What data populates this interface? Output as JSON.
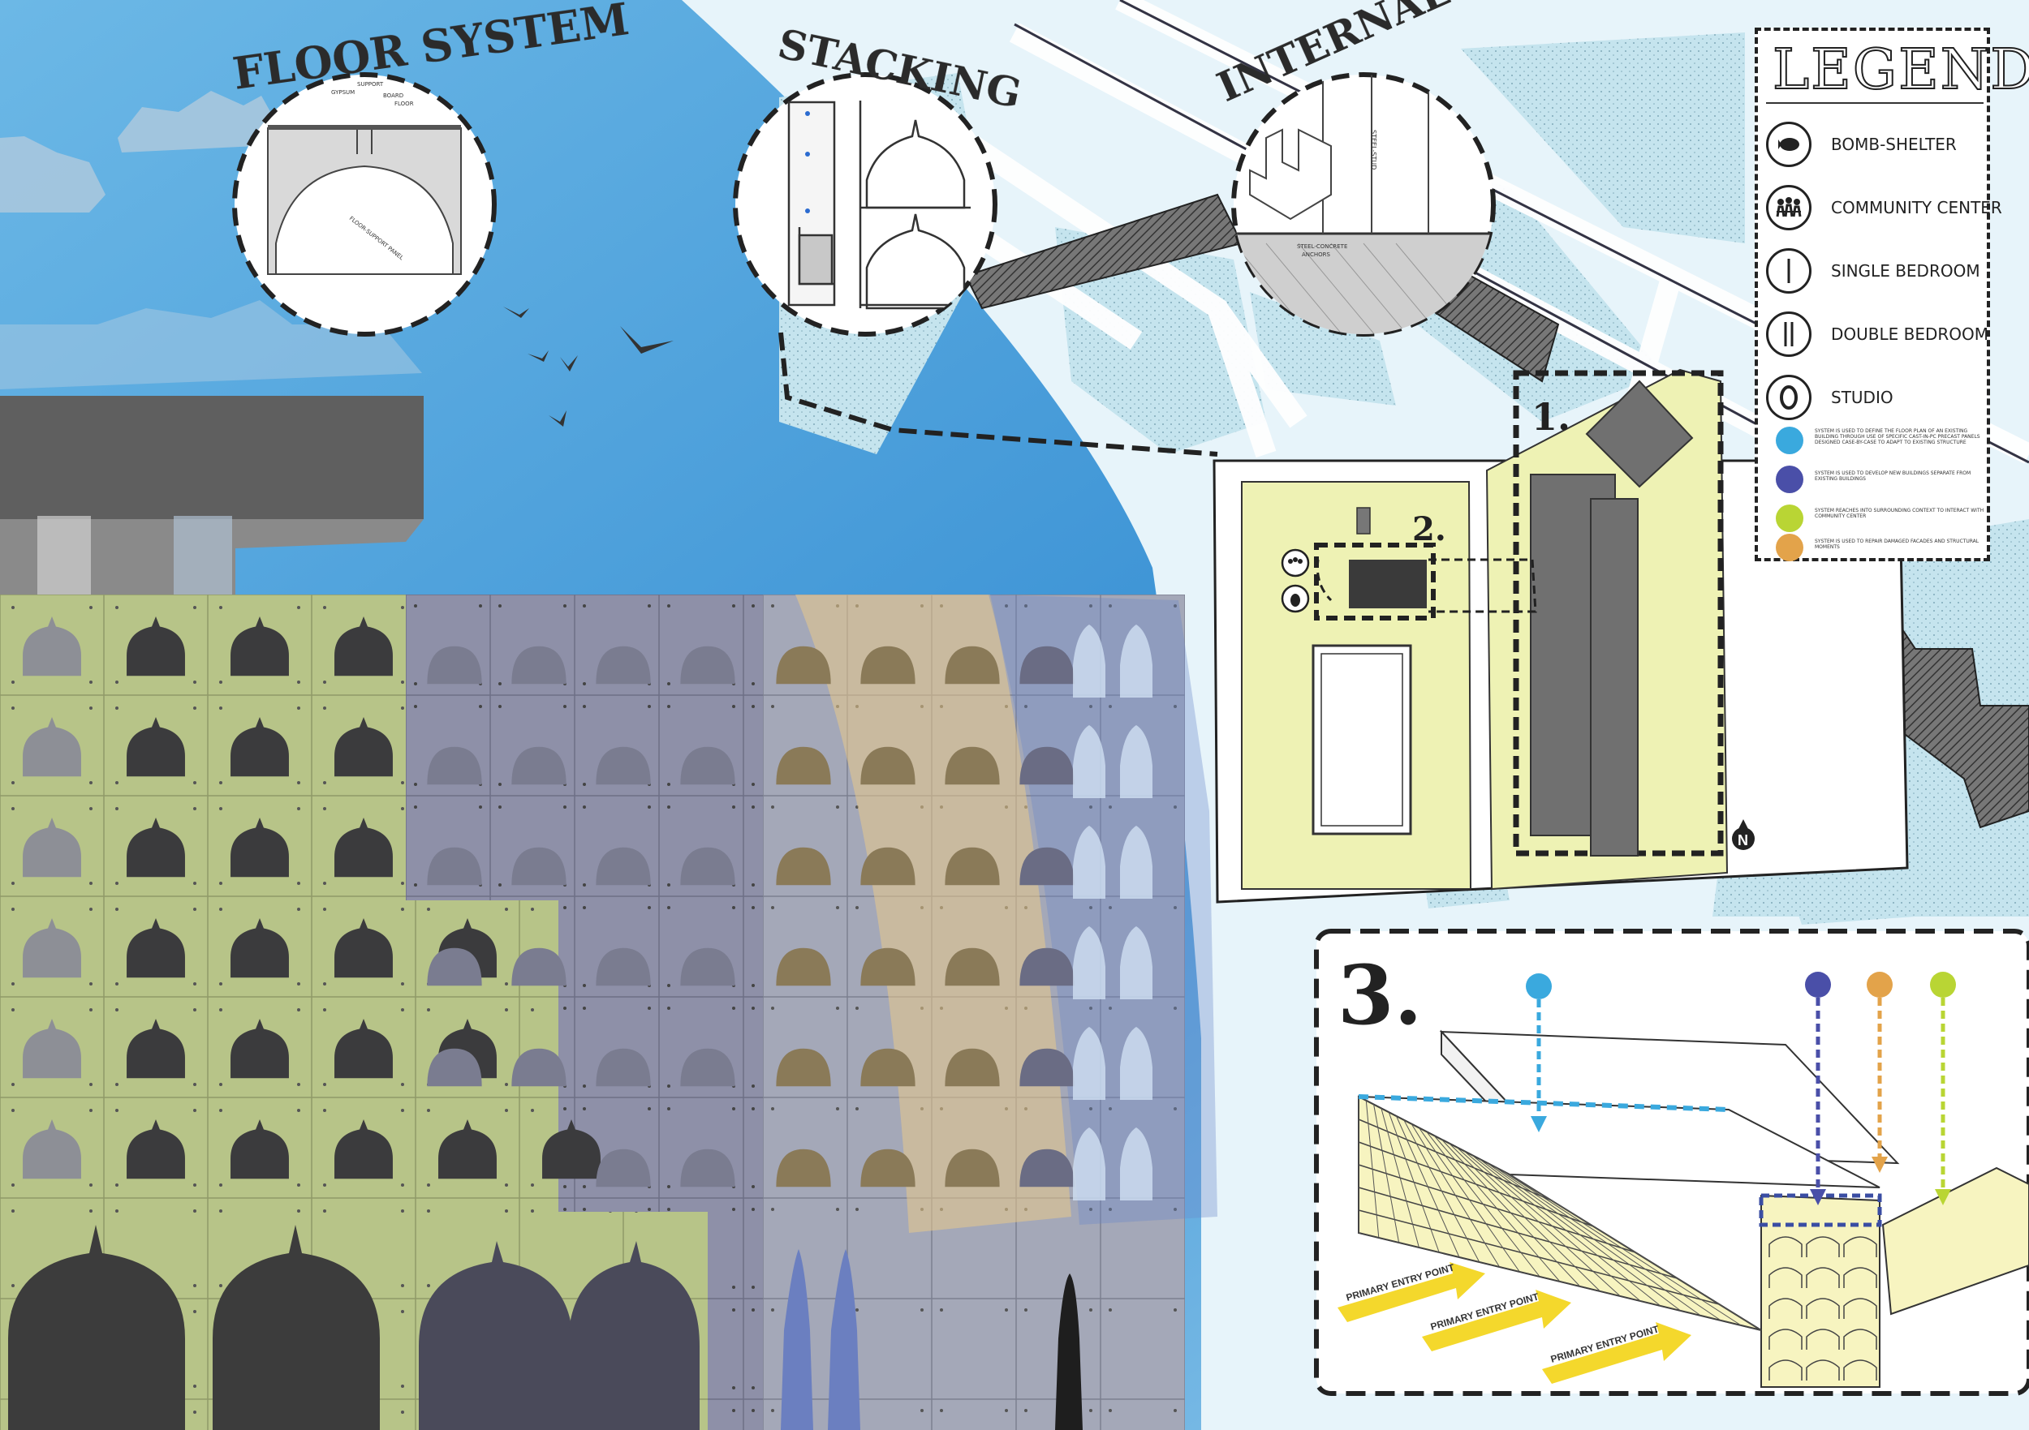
{
  "titles": {
    "floor_system": "FLOOR SYSTEM",
    "stacking": "STACKING",
    "internal_walls": "INTERNAL WALLS"
  },
  "floor_detail": {
    "label_top1": "GYPSUM",
    "label_top2": "BOARD",
    "label_top3": "SUPPORT",
    "label_top4": "FLOOR",
    "label_arc": "FLOOR-SUPPORT PANEL"
  },
  "wall_detail": {
    "label_stud": "STEEL-STUD",
    "label_anchor1": "STEEL-CONCRETE",
    "label_anchor2": "ANCHORS"
  },
  "legend": {
    "title": "LEGEND",
    "items": [
      {
        "label": "BOMB-SHELTER",
        "icon": "bomb-icon"
      },
      {
        "label": "COMMUNITY CENTER",
        "icon": "people-icon"
      },
      {
        "label": "SINGLE BEDROOM",
        "icon": "single-bar-icon"
      },
      {
        "label": "DOUBLE BEDROOM",
        "icon": "double-bar-icon"
      },
      {
        "label": "STUDIO",
        "icon": "ring-icon"
      }
    ],
    "colors": [
      {
        "color": "#3aa9de",
        "note": "SYSTEM IS USED TO DEFINE THE FLOOR PLAN OF AN EXISTING BUILDING THROUGH USE OF SPECIFIC CAST-IN-PC PRECAST PANELS DESIGNED CASE-BY-CASE TO ADAPT TO EXISTING STRUCTURE"
      },
      {
        "color": "#4a4fa8",
        "note": "SYSTEM IS USED TO DEVELOP NEW BUILDINGS SEPARATE FROM EXISTING BUILDINGS"
      },
      {
        "color": "#b9d534",
        "note": "SYSTEM REACHES INTO SURROUNDING CONTEXT TO INTERACT WITH COMMUNITY CENTER"
      },
      {
        "color": "#e3a34a",
        "note": "SYSTEM IS USED TO REPAIR DAMAGED FACADES AND STRUCTURAL MOMENTS"
      }
    ]
  },
  "site_labels": {
    "zone1": "1.",
    "zone2": "2.",
    "zone3": "3.",
    "north": "N"
  },
  "axon": {
    "entry1": "PRIMARY ENTRY POINT",
    "entry2": "PRIMARY ENTRY POINT",
    "entry3": "PRIMARY ENTRY POINT"
  },
  "colors": {
    "sky_top": "#6cb5e2",
    "sky_mid": "#4a9cd8",
    "green_panel": "#b8c68a",
    "purple_panel": "#8c8ea6",
    "beige_band": "#d8c79a",
    "site_yellow": "#eef2b4",
    "water": "#c8e6ef"
  }
}
